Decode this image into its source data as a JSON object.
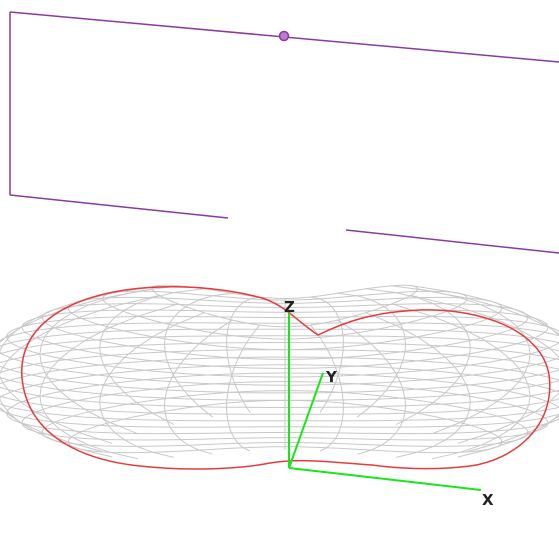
{
  "axes": {
    "x_label": "X",
    "y_label": "Y",
    "z_label": "Z",
    "color": "#19e619"
  },
  "colors": {
    "background": "#ffffff",
    "wireframe": "#c8c8c8",
    "cut_curve": "#e83a3a",
    "plane": "#8a3aa0",
    "plane_marker": "#c07ad2"
  },
  "scene": {
    "objects": [
      "radiation-pattern-wireframe",
      "cutting-plane",
      "xyz-axes"
    ]
  }
}
